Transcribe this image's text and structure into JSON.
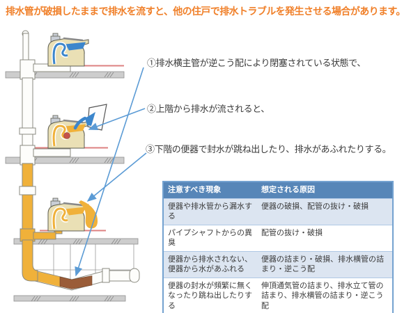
{
  "title": "排水管が破損したままで排水を流すと、他の住戸で排水トラブルを発生させる場合があります。",
  "annotations": {
    "item1": "①排水横主管が逆こう配により閉塞されている状態で、",
    "item2": "②上階から排水が流されると、",
    "item3": "③下階の便器で封水が跳ね出したり、排水があふれたりする。"
  },
  "table": {
    "headers": {
      "phenomenon": "注意すべき現象",
      "cause": "想定される原因"
    },
    "rows": [
      {
        "phenomenon": "便器や排水管から漏水する",
        "cause": "便器の破損、配管の抜け・破損"
      },
      {
        "phenomenon": "パイプシャフトからの異臭",
        "cause": "配管の抜け・破損"
      },
      {
        "phenomenon": "便器から排水されない、便器から水があふれる",
        "cause": "便器の詰まり・破損、排水横管の詰まり・逆こう配"
      },
      {
        "phenomenon": "便器の封水が頻繁に無くなったり跳ね出したりする",
        "cause": "伸頂通気管の詰まり、排水立て管の詰まり、排水横管の詰まり・逆こう配"
      }
    ]
  },
  "colors": {
    "title_text": "#F0802A",
    "annotation_text": "#3A3A3A",
    "callout_arrow": "#5B9BD5",
    "table_header_bg": "#5786B8",
    "table_row_alt_bg": "#DCE5F1",
    "table_border": "#74A2D0",
    "waste_water": "#F0B13A",
    "clean_water": "#3C86CC",
    "pipe_blockage": "#9A5C38",
    "floor_slab": "#CDCDCD",
    "floor_red_line": "#DD8080",
    "toilet_body": "#EAE0B5"
  }
}
